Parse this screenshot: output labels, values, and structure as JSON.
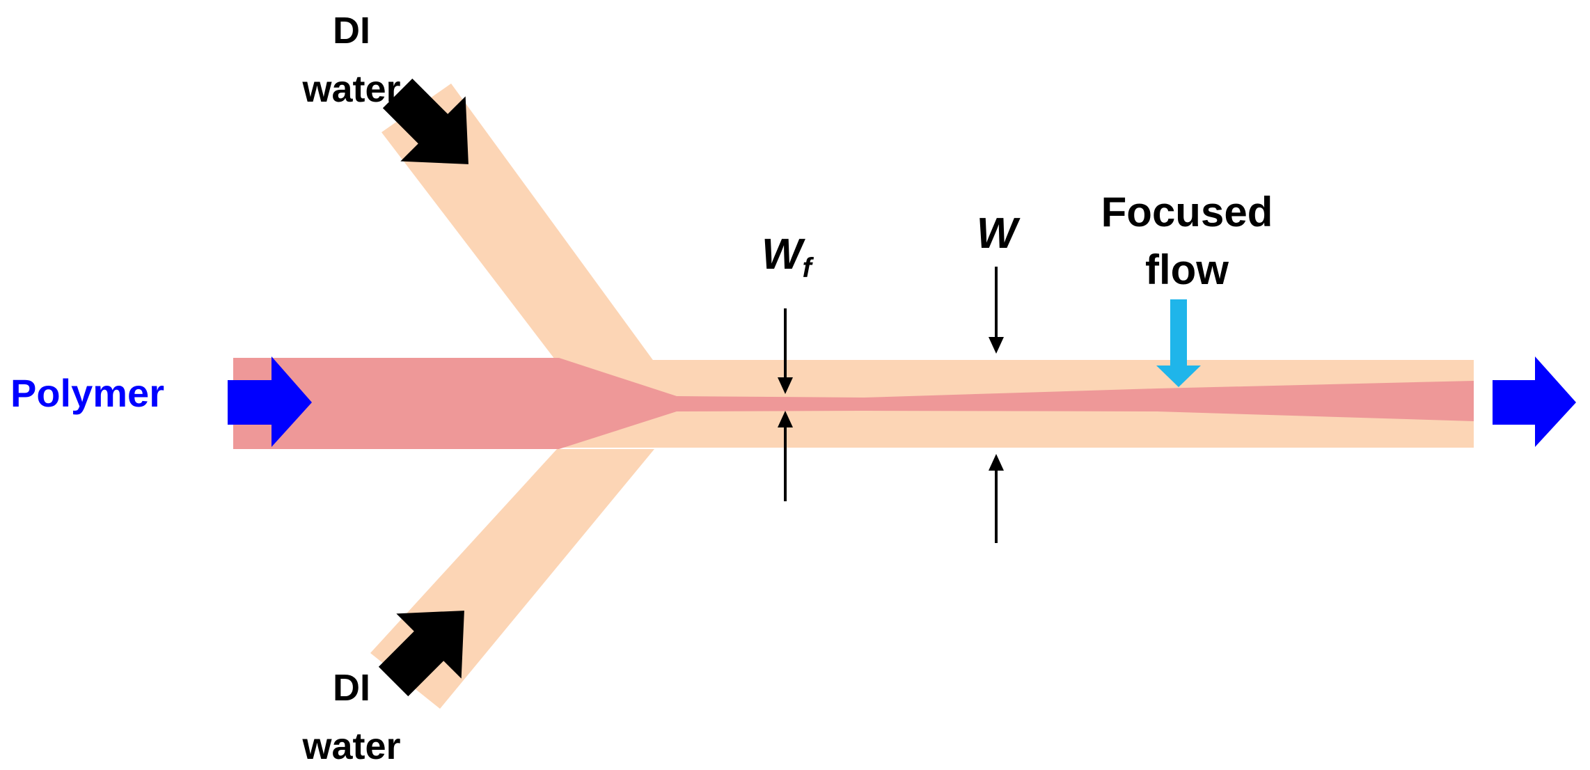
{
  "labels": {
    "di_water_top_line1": "DI",
    "di_water_top_line2": "water",
    "di_water_bottom_line1": "DI",
    "di_water_bottom_line2": "water",
    "polymer": "Polymer",
    "focused_flow_line1": "Focused",
    "focused_flow_line2": "flow",
    "wf_symbol": "W",
    "wf_subscript": "f",
    "w_symbol": "W"
  },
  "colors": {
    "water_stream": "#FCD5B5",
    "polymer_stream": "#EE9898",
    "inlet_outlet_arrow": "#0000FF",
    "focus_arrow": "#1FB5EA",
    "water_arrow": "#000000",
    "text": "#000000"
  },
  "icons": {
    "inlet_arrow": "polymer-inlet-arrow-icon",
    "outlet_arrow": "outlet-arrow-icon",
    "water_arrow_top": "water-inlet-arrow-icon",
    "water_arrow_bottom": "water-inlet-arrow-icon",
    "focus_arrow": "focused-flow-arrow-icon"
  }
}
